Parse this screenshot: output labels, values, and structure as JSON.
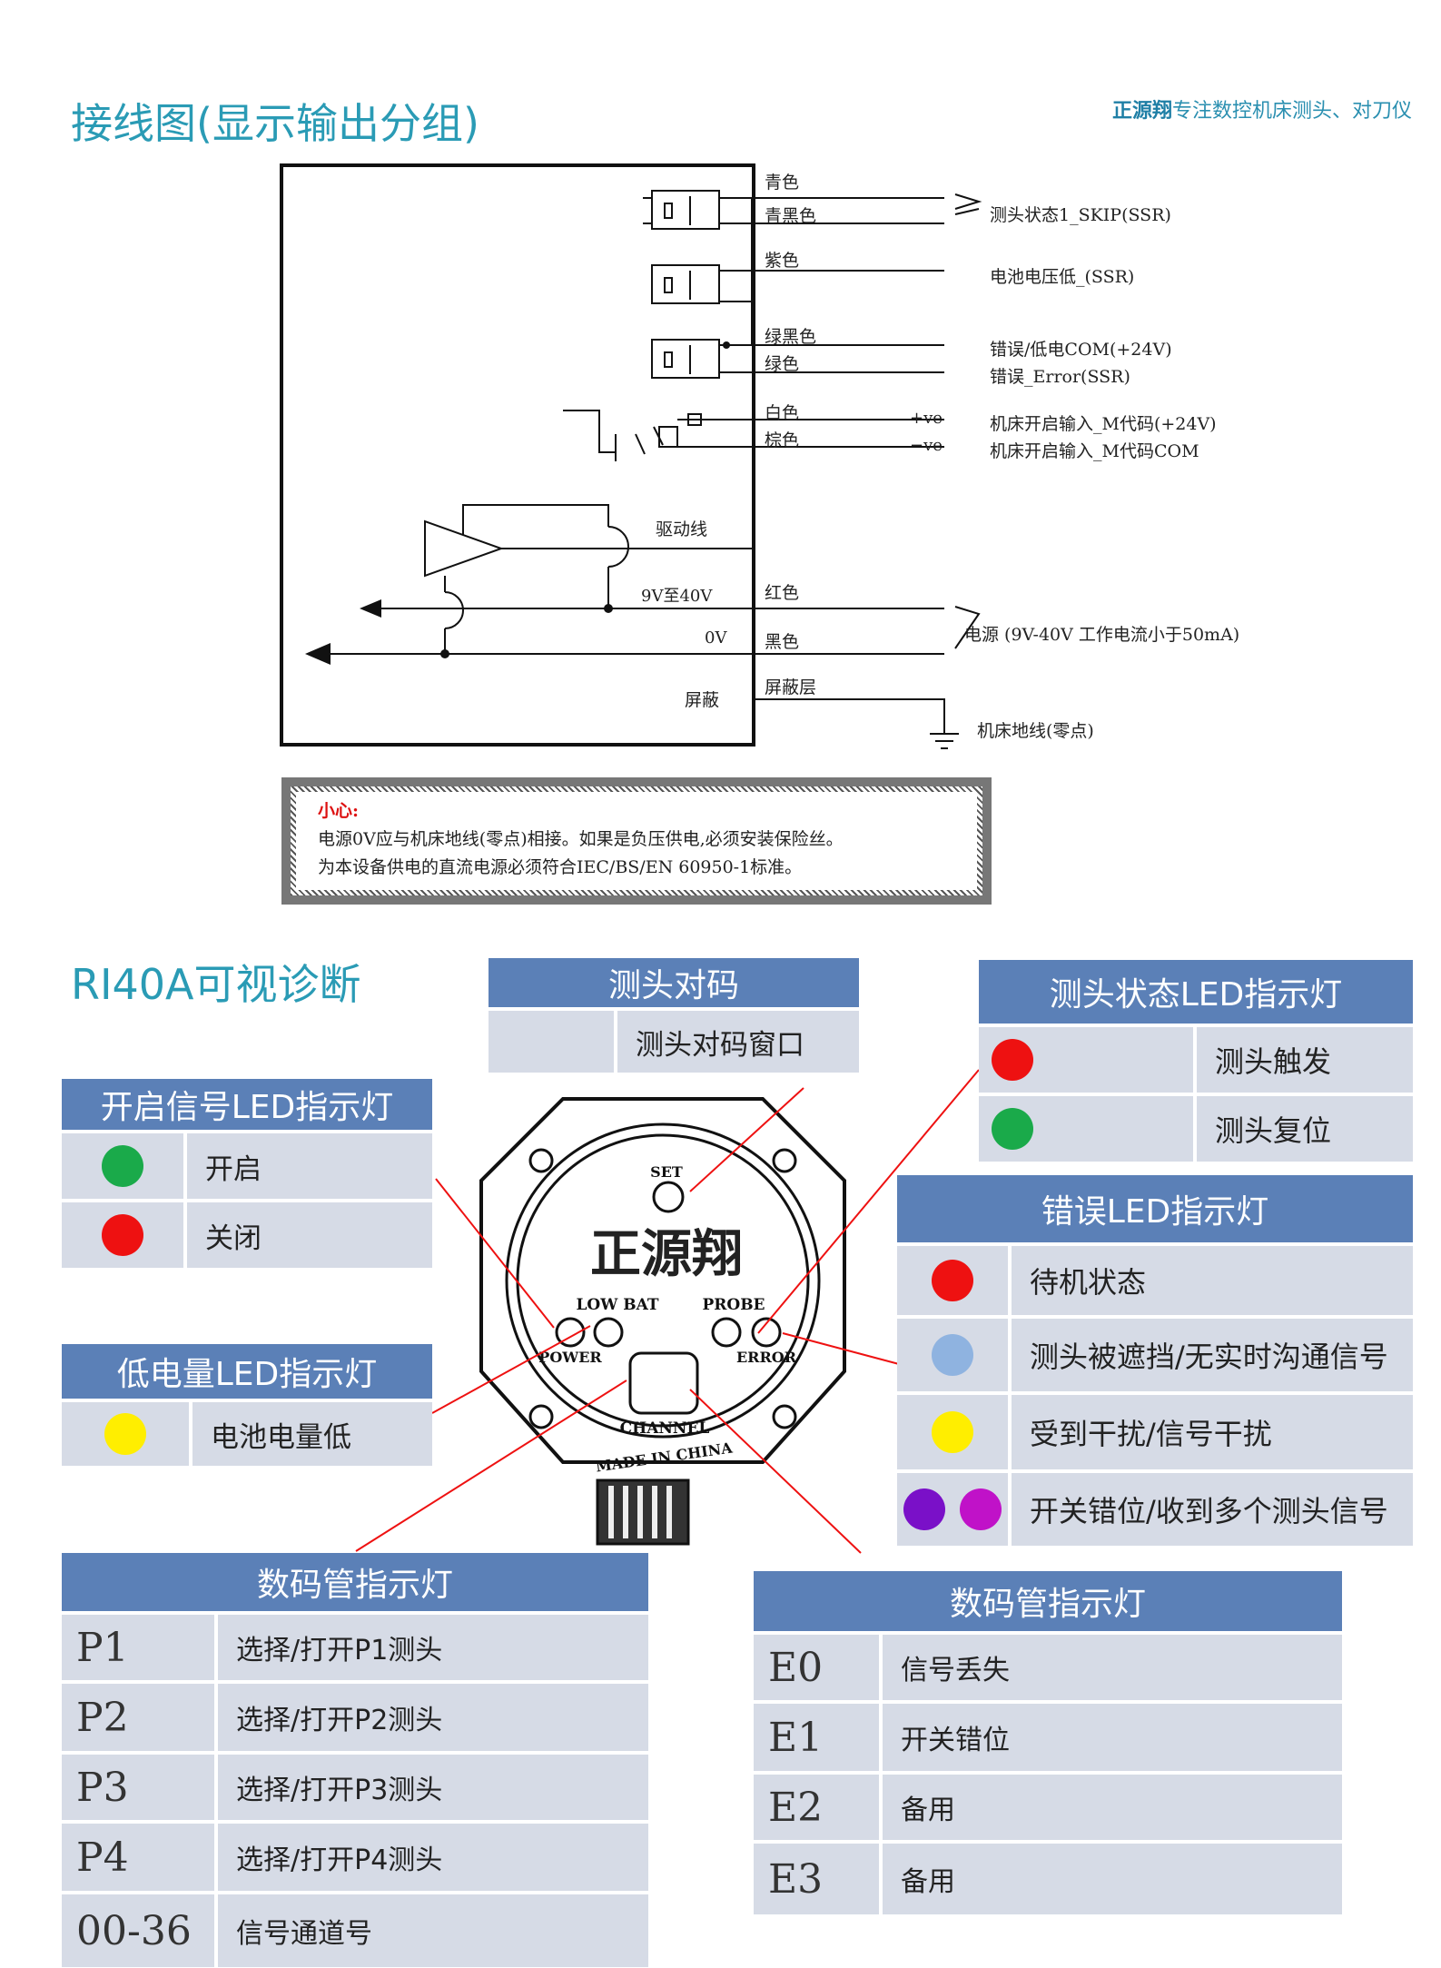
{
  "section1": {
    "title": "接线图(显示输出分组)"
  },
  "brand": {
    "name": "正源翔",
    "slogan": "专注数控机床测头、对刀仪"
  },
  "wiring": {
    "wire_labels": [
      "青色",
      "青黑色",
      "紫色",
      "绿黑色",
      "绿色",
      "白色",
      "棕色",
      "红色",
      "黑色",
      "屏蔽层"
    ],
    "signals": [
      "测头状态1_SKIP(SSR)",
      "电池电压低_(SSR)",
      "错误/低电COM(+24V)",
      "错误_Error(SSR)",
      "机床开启输入_M代码(+24V)",
      "机床开启输入_M代码COM",
      "电源 (9V-40V 工作电流小于50mA)",
      "机床地线(零点)"
    ],
    "pos": "+ve",
    "neg": "−ve",
    "drive": "驱动线",
    "voltage": "9V至40V",
    "zero": "0V",
    "shield": "屏蔽"
  },
  "caution": {
    "title": "小心:",
    "line1": "电源0V应与机床地线(零点)相接。如果是负压供电,必须安装保险丝。",
    "line2": "为本设备供电的直流电源必须符合IEC/BS/EN 60950-1标准。"
  },
  "section2": {
    "title": "RI40A可视诊断"
  },
  "colors": {
    "red": "#ee1111",
    "green": "#1aaa4a",
    "yellow": "#ffee00",
    "lightblue": "#8fb3e0",
    "purple": "#7a10c8",
    "magenta": "#c012c8",
    "header": "#5b80b7",
    "cell": "#d6dbe6",
    "title": "#2a9bb5"
  },
  "probe_code": {
    "header": "测头对码",
    "row": "测头对码窗口"
  },
  "probe_status": {
    "header": "测头状态LED指示灯",
    "rows": [
      {
        "color": "red",
        "label": "测头触发"
      },
      {
        "color": "green",
        "label": "测头复位"
      }
    ]
  },
  "power_led": {
    "header": "开启信号LED指示灯",
    "rows": [
      {
        "color": "green",
        "label": "开启"
      },
      {
        "color": "red",
        "label": "关闭"
      }
    ]
  },
  "error_led": {
    "header": "错误LED指示灯",
    "rows": [
      {
        "color": "red",
        "label": "待机状态"
      },
      {
        "color": "lightblue",
        "label": "测头被遮挡/无实时沟通信号"
      },
      {
        "color": "yellow",
        "label": "受到干扰/信号干扰"
      },
      {
        "color": "purple+magenta",
        "label": "开关错位/收到多个测头信号"
      }
    ]
  },
  "lowbat_led": {
    "header": "低电量LED指示灯",
    "rows": [
      {
        "color": "yellow",
        "label": "电池电量低"
      }
    ]
  },
  "digit_left": {
    "header": "数码管指示灯",
    "rows": [
      {
        "code": "P1",
        "label": "选择/打开P1测头"
      },
      {
        "code": "P2",
        "label": "选择/打开P2测头"
      },
      {
        "code": "P3",
        "label": "选择/打开P3测头"
      },
      {
        "code": "P4",
        "label": "选择/打开P4测头"
      },
      {
        "code": "00-36",
        "label": "信号通道号"
      }
    ]
  },
  "digit_right": {
    "header": "数码管指示灯",
    "rows": [
      {
        "code": "E0",
        "label": "信号丢失"
      },
      {
        "code": "E1",
        "label": "开关错位"
      },
      {
        "code": "E2",
        "label": "备用"
      },
      {
        "code": "E3",
        "label": "备用"
      }
    ]
  },
  "device": {
    "set": "SET",
    "logo": "正源翔",
    "low_bat": "LOW BAT",
    "power": "POWER",
    "probe": "PROBE",
    "error": "ERROR",
    "channel": "CHANNEL",
    "made": "MADE IN CHINA"
  }
}
